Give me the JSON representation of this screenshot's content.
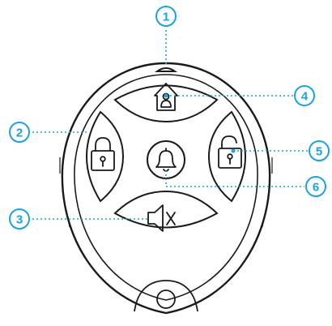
{
  "colors": {
    "accent": "#1aa3dc",
    "outline": "#1a1a1a",
    "button_fill": "#ffffff"
  },
  "callouts": [
    {
      "number": "1",
      "target": "led-indicator"
    },
    {
      "number": "2",
      "target": "arm-button"
    },
    {
      "number": "3",
      "target": "mute-button"
    },
    {
      "number": "4",
      "target": "home-button"
    },
    {
      "number": "5",
      "target": "disarm-button"
    },
    {
      "number": "6",
      "target": "panic-button"
    }
  ],
  "buttons": [
    {
      "id": "home-button",
      "icon": "house-person-icon"
    },
    {
      "id": "arm-button",
      "icon": "locked-padlock-icon"
    },
    {
      "id": "disarm-button",
      "icon": "unlocked-padlock-icon"
    },
    {
      "id": "mute-button",
      "icon": "speaker-muted-icon"
    },
    {
      "id": "panic-button",
      "icon": "bell-icon"
    }
  ]
}
